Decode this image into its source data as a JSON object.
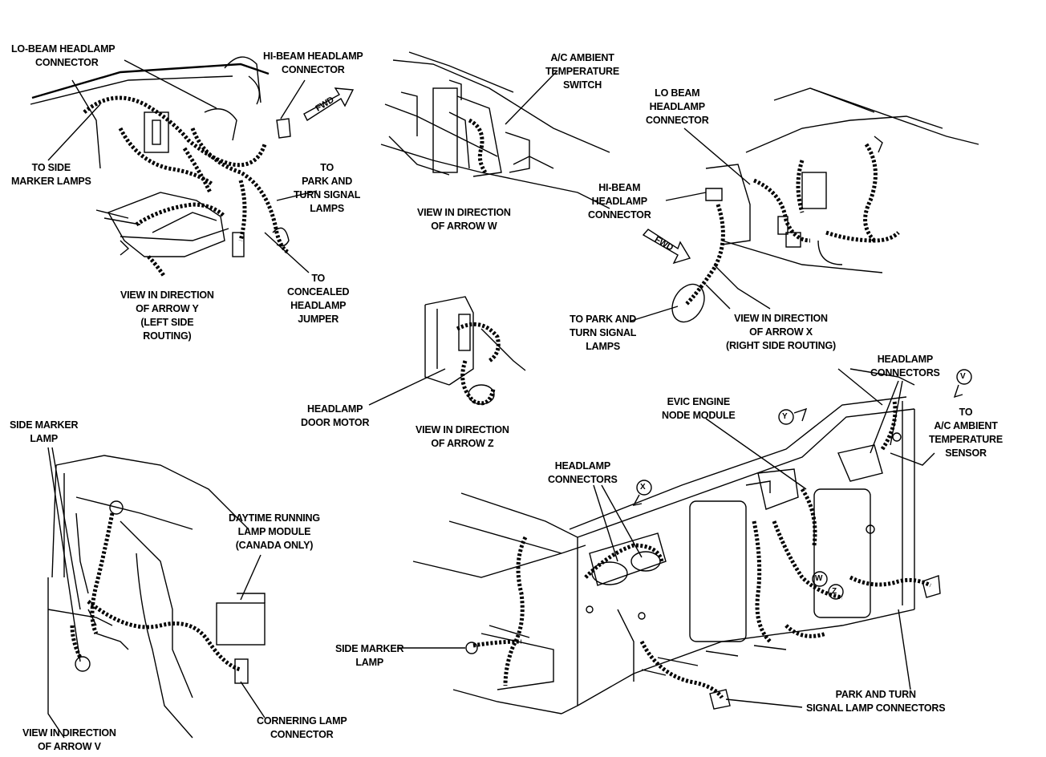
{
  "labels": {
    "lo_beam_headlamp_connector_y": [
      "LO-BEAM HEADLAMP",
      "CONNECTOR"
    ],
    "hi_beam_headlamp_connector_y": [
      "HI-BEAM HEADLAMP",
      "CONNECTOR"
    ],
    "to_side_marker_lamps": [
      "TO SIDE",
      "MARKER LAMPS"
    ],
    "to_park_turn_y": [
      "TO",
      "PARK AND",
      "TURN SIGNAL",
      "LAMPS"
    ],
    "to_concealed_headlamp_jumper": [
      "TO",
      "CONCEALED",
      "HEADLAMP",
      "JUMPER"
    ],
    "view_arrow_y": [
      "VIEW IN DIRECTION",
      "OF ARROW Y",
      "(LEFT SIDE",
      "ROUTING)"
    ],
    "ac_ambient_temp_switch": [
      "A/C AMBIENT",
      "TEMPERATURE",
      "SWITCH"
    ],
    "view_arrow_w": [
      "VIEW IN DIRECTION",
      "OF ARROW W"
    ],
    "lo_beam_headlamp_connector_x": [
      "LO BEAM",
      "HEADLAMP",
      "CONNECTOR"
    ],
    "hi_beam_headlamp_connector_x": [
      "HI-BEAM",
      "HEADLAMP",
      "CONNECTOR"
    ],
    "to_park_turn_x": [
      "TO PARK AND",
      "TURN SIGNAL",
      "LAMPS"
    ],
    "view_arrow_x": [
      "VIEW IN DIRECTION",
      "OF ARROW X",
      "(RIGHT SIDE ROUTING)"
    ],
    "headlamp_door_motor": [
      "HEADLAMP",
      "DOOR MOTOR"
    ],
    "view_arrow_z": [
      "VIEW IN DIRECTION",
      "OF ARROW Z"
    ],
    "side_marker_lamp_v": [
      "SIDE MARKER",
      "LAMP"
    ],
    "daytime_running_lamp_module": [
      "DAYTIME RUNNING",
      "LAMP MODULE",
      "(CANADA ONLY)"
    ],
    "view_arrow_v": [
      "VIEW IN DIRECTION",
      "OF ARROW V"
    ],
    "cornering_lamp_connector": [
      "CORNERING LAMP",
      "CONNECTOR"
    ],
    "headlamp_connectors_right": [
      "HEADLAMP",
      "CONNECTORS"
    ],
    "evic_engine_node_module": [
      "EVIC ENGINE",
      "NODE MODULE"
    ],
    "to_ac_ambient_temp_sensor": [
      "TO",
      "A/C AMBIENT",
      "TEMPERATURE",
      "SENSOR"
    ],
    "headlamp_connectors_mid": [
      "HEADLAMP",
      "CONNECTORS"
    ],
    "side_marker_lamp_main": [
      "SIDE MARKER",
      "LAMP"
    ],
    "park_turn_signal_connectors": [
      "PARK AND TURN",
      "SIGNAL LAMP CONNECTORS"
    ]
  },
  "fwd_arrows": [
    "FWD",
    "FWD"
  ],
  "view_markers": [
    "Y",
    "V",
    "X",
    "W",
    "Z"
  ]
}
